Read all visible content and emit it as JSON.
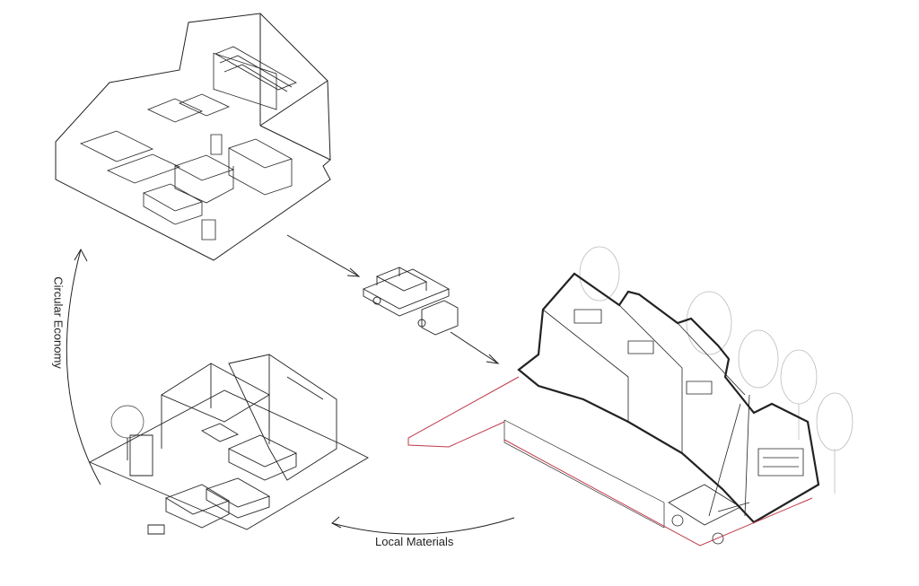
{
  "labels": {
    "circular_economy": "Circular Economy",
    "local_materials": "Local Materials"
  },
  "scenes": [
    "warehouse",
    "delivery-truck",
    "terraced-houses-construction",
    "local-materials-yard"
  ],
  "colors": {
    "line": "#222222",
    "site_boundary": "#c0394b",
    "trees": "#bbbbbb"
  }
}
